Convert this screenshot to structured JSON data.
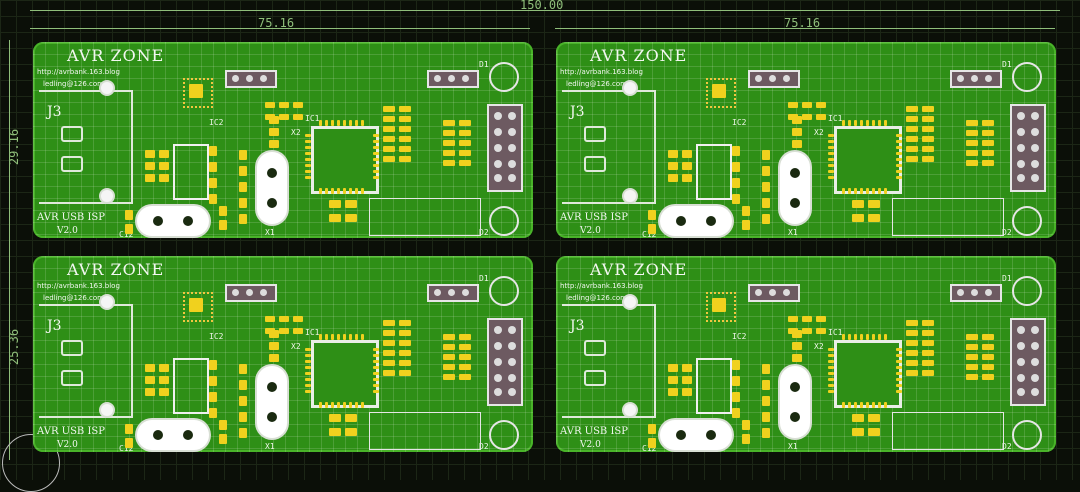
{
  "dims": {
    "overall": "150.00",
    "left_width": "75.16",
    "right_width": "75.16",
    "side_top": "29.16",
    "side_bottom": "25.36"
  },
  "board": {
    "title": "AVR ZONE",
    "url": "http://avrbank.163.blog",
    "email": "ledling@126.com",
    "bottom_label": "AVR USB ISP",
    "version": "V2.0",
    "connector": "J3",
    "refs": {
      "ic1": "IC1",
      "ic2": "IC2",
      "d1": "D1",
      "d2": "D2",
      "x1": "X1",
      "x2": "X2",
      "c12": "C12"
    }
  },
  "colors": {
    "board": "#2e8f16",
    "silkscreen": "#f2f7f0",
    "pad": "#f0d11e",
    "background": "#0b0f08"
  }
}
